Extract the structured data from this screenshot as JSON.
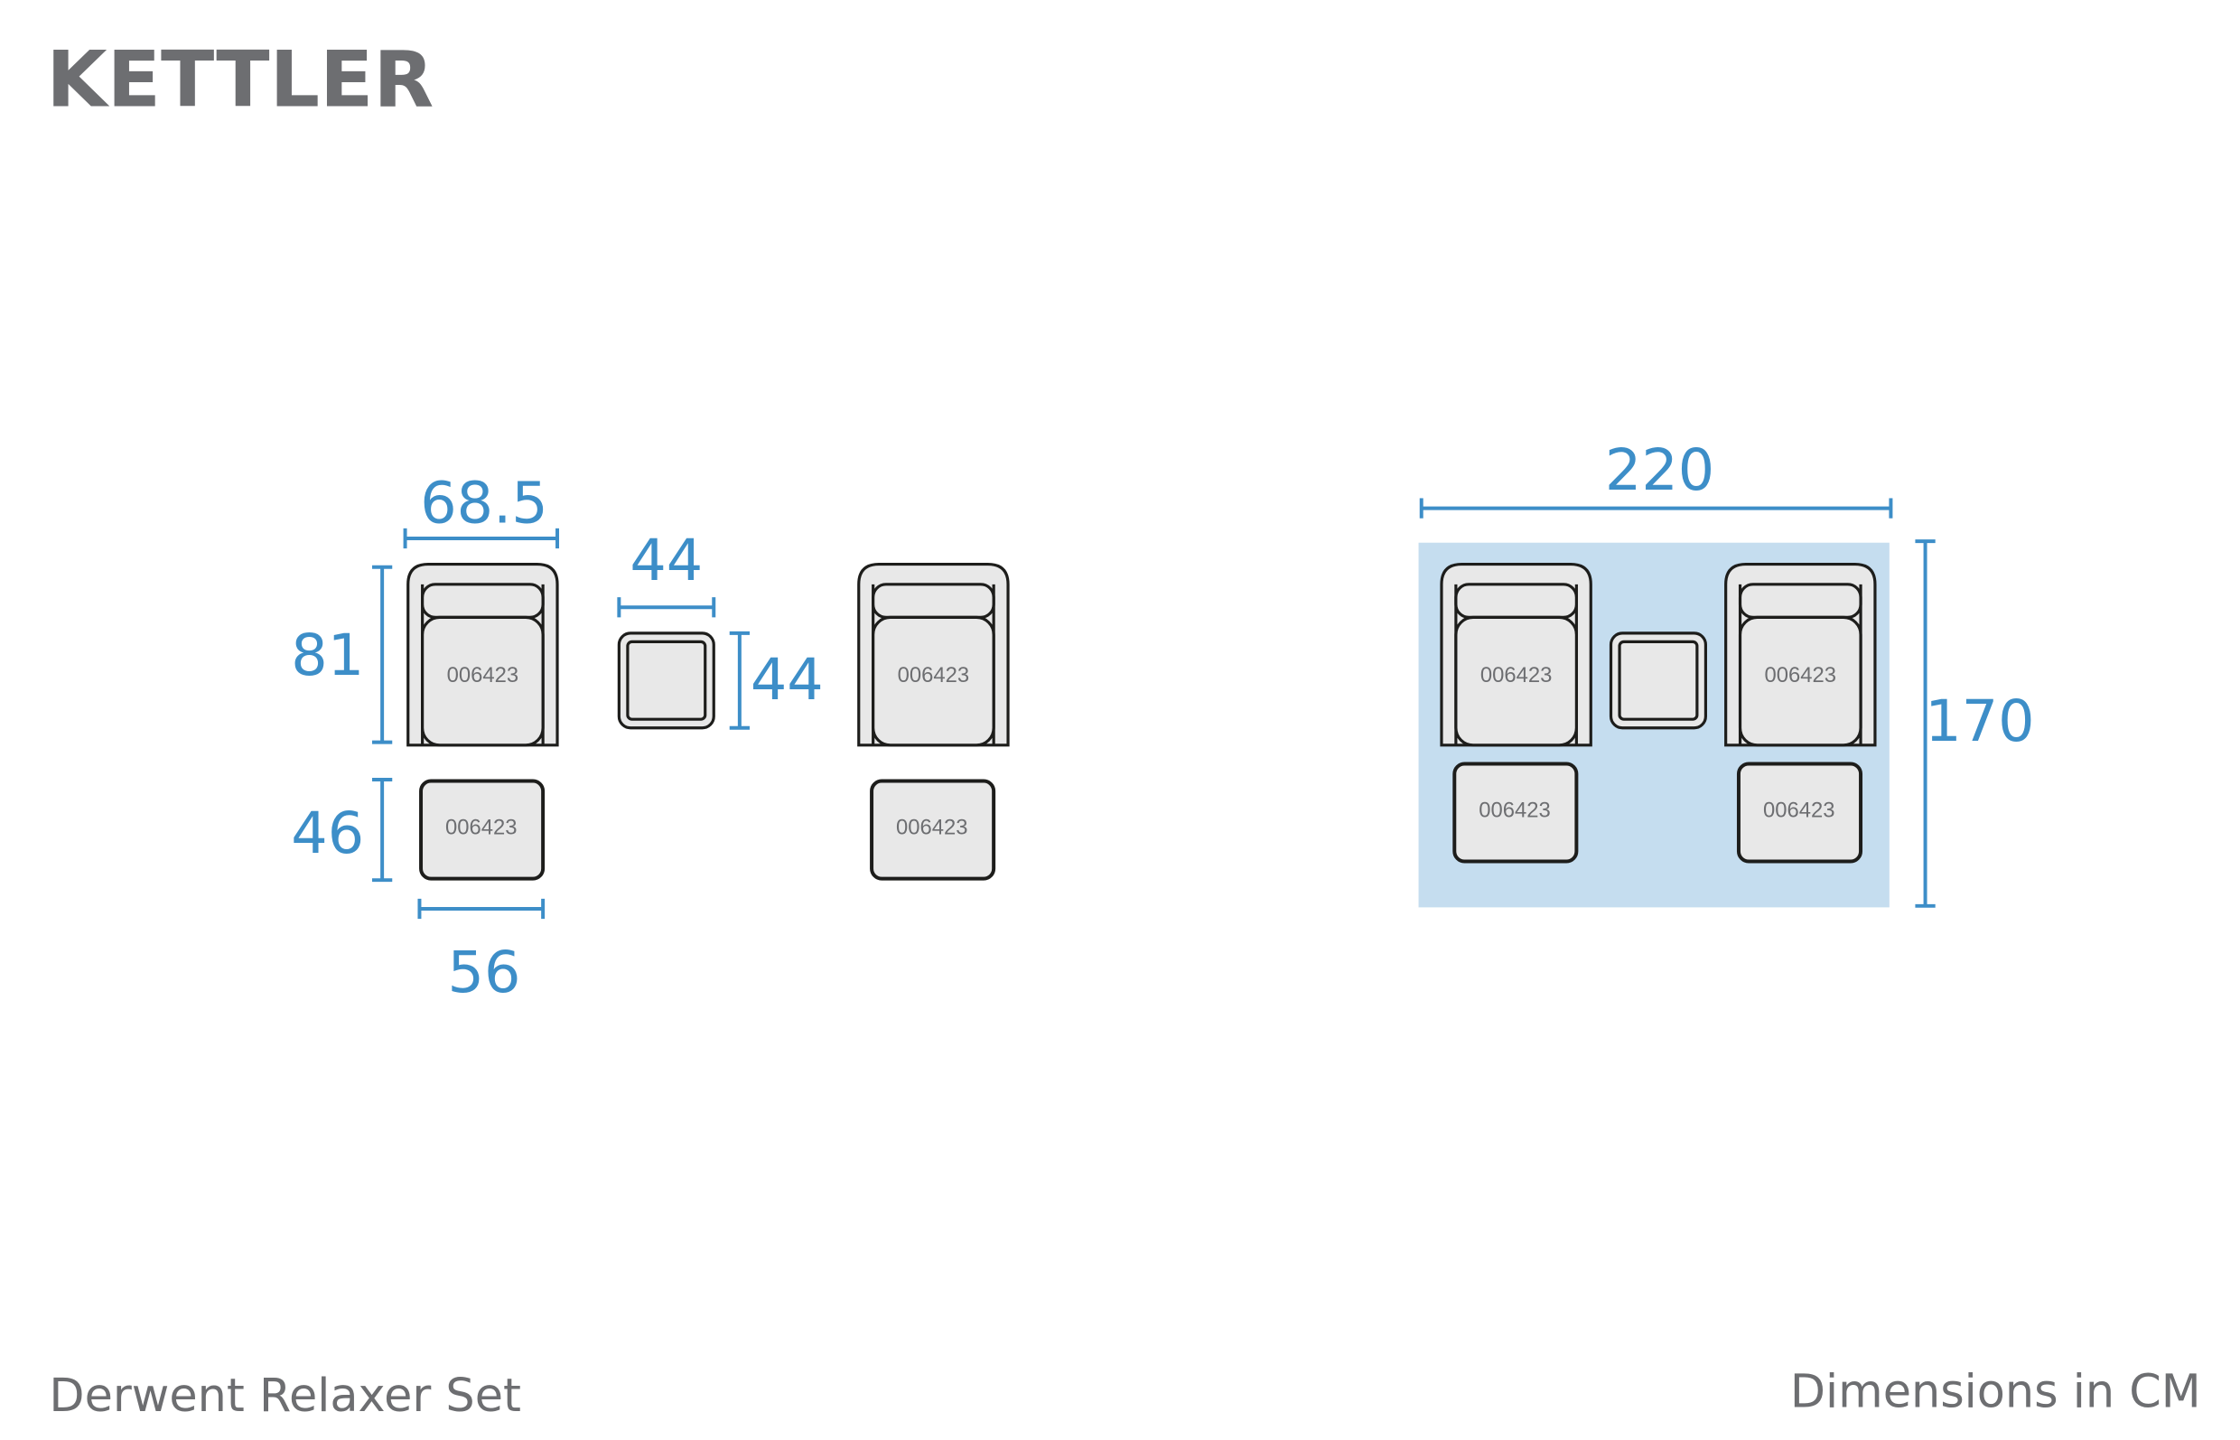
{
  "brand": {
    "name": "KETTLER"
  },
  "product": {
    "name": "Derwent Relaxer Set"
  },
  "units_note": "Dimensions in CM",
  "product_code": "006423",
  "dimensions": {
    "chair_width": "68.5",
    "chair_depth": "81",
    "table_width": "44",
    "table_depth": "44",
    "footstool_depth": "46",
    "footstool_width": "56",
    "set_width": "220",
    "set_depth": "170"
  },
  "colors": {
    "dimension_blue": "#3d8ec8",
    "footprint_fill": "#c5ddef",
    "furniture_fill": "#e8e8e8",
    "furniture_stroke": "#1d1d1b",
    "brand_grey": "#6d6e71",
    "footer_grey": "#6d6e71"
  }
}
